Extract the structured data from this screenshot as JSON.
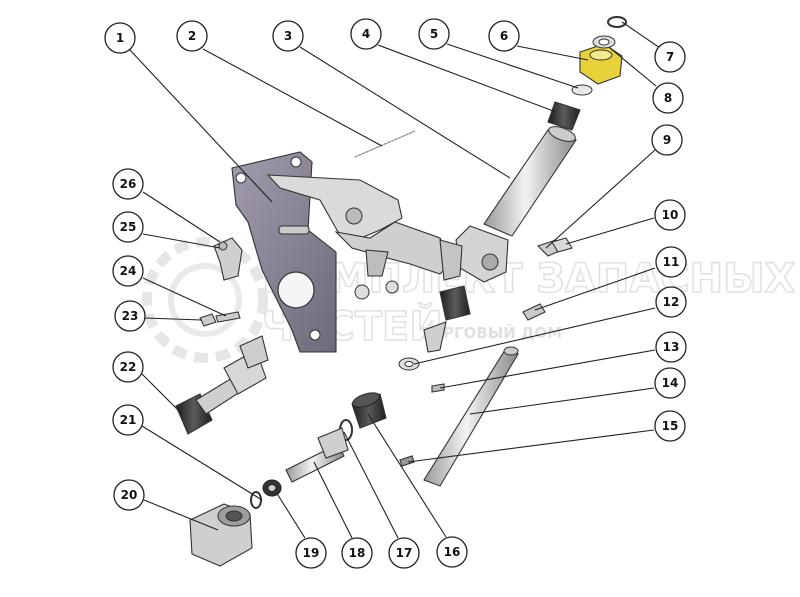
{
  "watermark": {
    "line1": "КОМПЛЕКТ ЗАПАСНЫХ",
    "line2": "ЧАСТЕЙ",
    "line3": "ТОРГОВЫЙ ДОМ"
  },
  "colors": {
    "bracket": "#8f8a99",
    "metal_light": "#d7d7d7",
    "metal_dark": "#3a3a3a",
    "highlight_part": "#e8d23a",
    "callout_stroke": "#222222"
  },
  "callouts": [
    {
      "id": "c1",
      "label": "1"
    },
    {
      "id": "c2",
      "label": "2"
    },
    {
      "id": "c3",
      "label": "3"
    },
    {
      "id": "c4",
      "label": "4"
    },
    {
      "id": "c5",
      "label": "5"
    },
    {
      "id": "c6",
      "label": "6"
    },
    {
      "id": "c7",
      "label": "7"
    },
    {
      "id": "c8",
      "label": "8"
    },
    {
      "id": "c9",
      "label": "9"
    },
    {
      "id": "c10",
      "label": "10"
    },
    {
      "id": "c11",
      "label": "11"
    },
    {
      "id": "c12",
      "label": "12"
    },
    {
      "id": "c13",
      "label": "13"
    },
    {
      "id": "c14",
      "label": "14"
    },
    {
      "id": "c15",
      "label": "15"
    },
    {
      "id": "c16",
      "label": "16"
    },
    {
      "id": "c17",
      "label": "17"
    },
    {
      "id": "c18",
      "label": "18"
    },
    {
      "id": "c19",
      "label": "19"
    },
    {
      "id": "c20",
      "label": "20"
    },
    {
      "id": "c21",
      "label": "21"
    },
    {
      "id": "c22",
      "label": "22"
    },
    {
      "id": "c23",
      "label": "23"
    },
    {
      "id": "c24",
      "label": "24"
    },
    {
      "id": "c25",
      "label": "25"
    },
    {
      "id": "c26",
      "label": "26"
    }
  ]
}
